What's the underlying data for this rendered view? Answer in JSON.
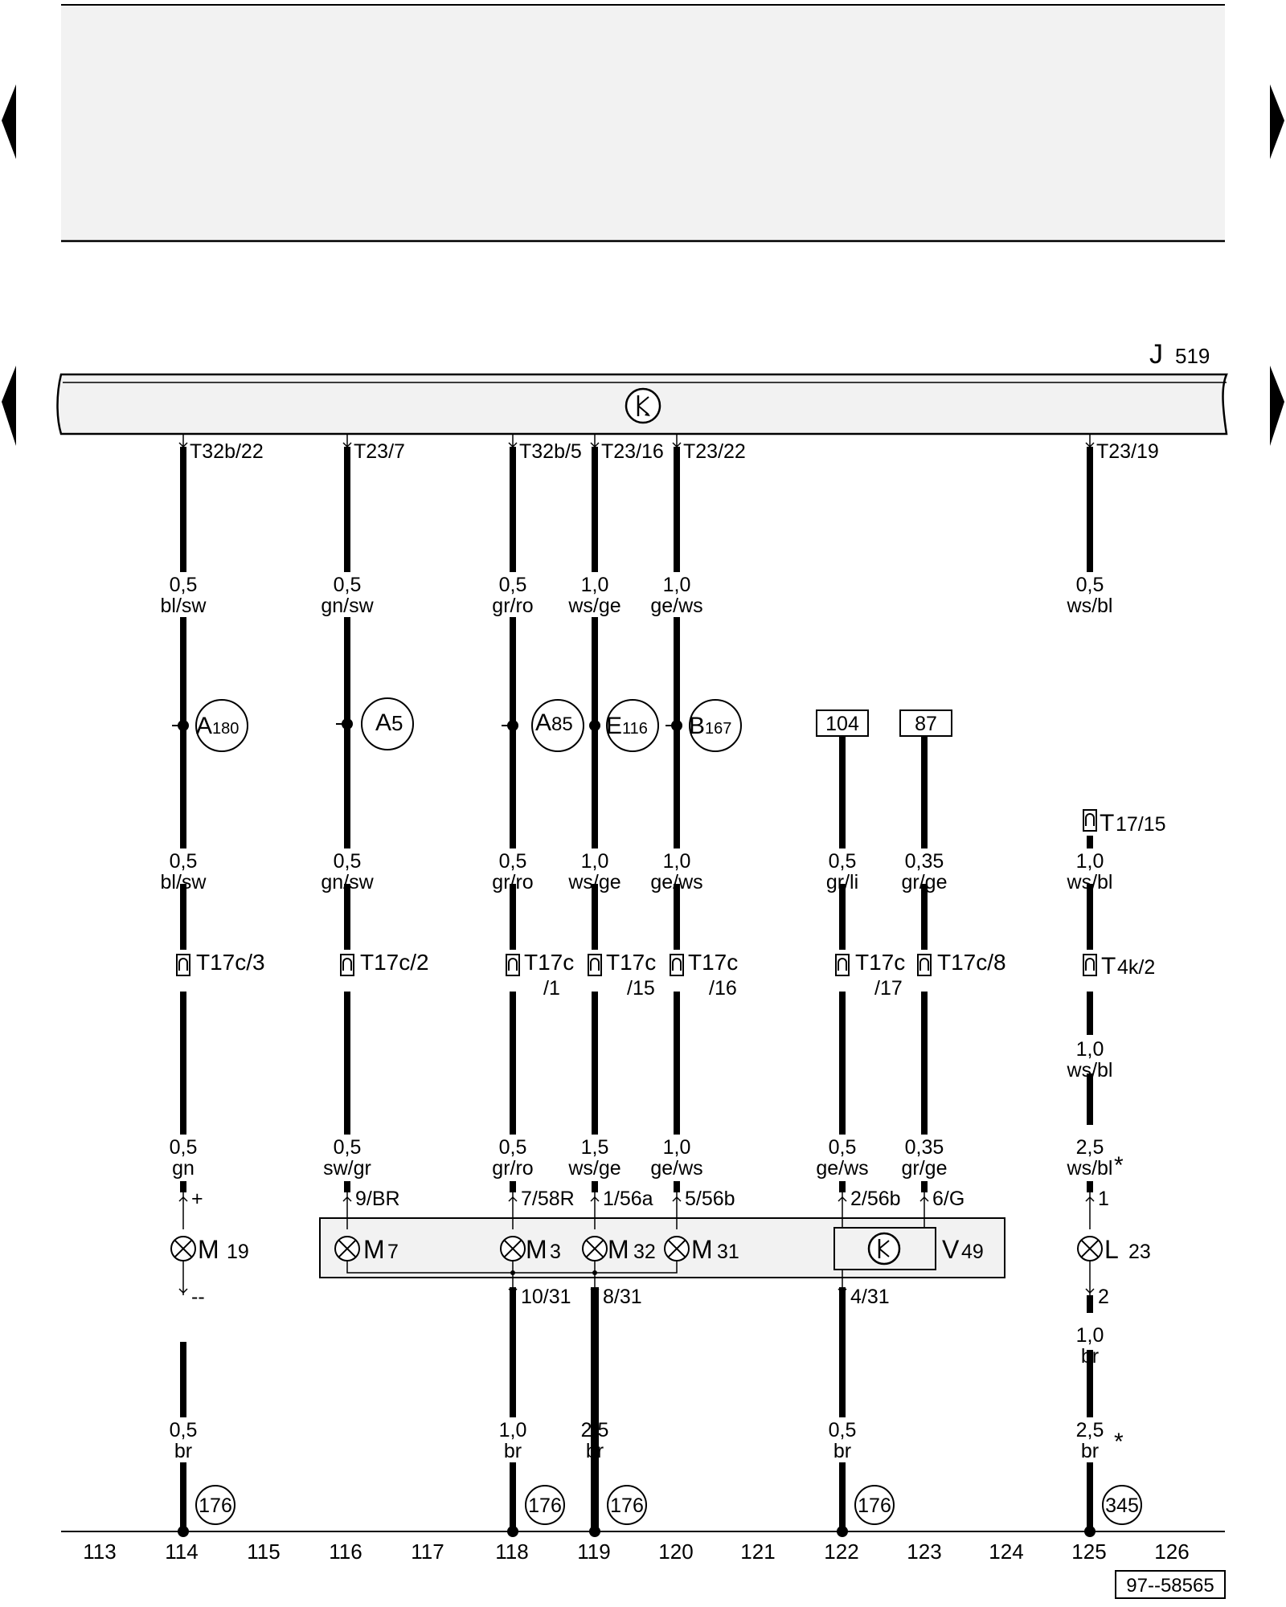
{
  "module": {
    "prefix": "J",
    "number": "519"
  },
  "connectors": [
    {
      "id": "c114",
      "label": "T32b/22"
    },
    {
      "id": "c116",
      "label": "T23/7"
    },
    {
      "id": "c118",
      "label": "T32b/5"
    },
    {
      "id": "c119",
      "label": "T23/16"
    },
    {
      "id": "c120",
      "label": "T23/22"
    },
    {
      "id": "c125",
      "label": "T23/19"
    }
  ],
  "wire_labels": {
    "top": [
      {
        "size": "0,5",
        "color": "bl/sw"
      },
      {
        "size": "0,5",
        "color": "gn/sw"
      },
      {
        "size": "0,5",
        "color": "gr/ro"
      },
      {
        "size": "1,0",
        "color": "ws/ge"
      },
      {
        "size": "1,0",
        "color": "ge/ws"
      },
      {
        "size": "0,5",
        "color": "ws/bl"
      }
    ],
    "mid": [
      {
        "size": "0,5",
        "color": "bl/sw"
      },
      {
        "size": "0,5",
        "color": "gn/sw"
      },
      {
        "size": "0,5",
        "color": "gr/ro"
      },
      {
        "size": "1,0",
        "color": "ws/ge"
      },
      {
        "size": "1,0",
        "color": "ge/ws"
      },
      {
        "size": "0,5",
        "color": "gr/li"
      },
      {
        "size": "0,35",
        "color": "gr/ge"
      },
      {
        "size": "1,0",
        "color": "ws/bl"
      }
    ],
    "l125a": {
      "size": "1,0",
      "color": "ws/bl"
    },
    "low": [
      {
        "size": "0,5",
        "color": "gn"
      },
      {
        "size": "0,5",
        "color": "sw/gr"
      },
      {
        "size": "0,5",
        "color": "gr/ro"
      },
      {
        "size": "1,5",
        "color": "ws/ge"
      },
      {
        "size": "1,0",
        "color": "ge/ws"
      },
      {
        "size": "0,5",
        "color": "ge/ws"
      },
      {
        "size": "0,35",
        "color": "gr/ge"
      },
      {
        "size": "2,5",
        "color": "ws/bl"
      }
    ],
    "l125b": {
      "size": "1,0",
      "color": "br"
    },
    "bottom": [
      {
        "size": "0,5",
        "color": "br"
      },
      {
        "size": "1,0",
        "color": "br"
      },
      {
        "size": "2,5",
        "color": "br"
      },
      {
        "size": "0,5",
        "color": "br"
      },
      {
        "size": "2,5",
        "color": "br"
      }
    ]
  },
  "asterisk": "*",
  "splices": [
    {
      "main": "A",
      "sub": "180"
    },
    {
      "main": "A",
      "sub": "5"
    },
    {
      "main": "A",
      "sub": "85"
    },
    {
      "main": "E",
      "sub": "116"
    },
    {
      "main": "B",
      "sub": "167"
    }
  ],
  "refs": [
    "104",
    "87"
  ],
  "plugs": [
    {
      "label": "T17c/3"
    },
    {
      "label": "T17c/2"
    },
    {
      "label": "T17c",
      "sub": "/1"
    },
    {
      "label": "T17c",
      "sub": "/15"
    },
    {
      "label": "T17c",
      "sub": "/16"
    },
    {
      "label": "T17c",
      "sub": "/17"
    },
    {
      "label": "T17c/8"
    },
    {
      "main": "T",
      "sub": "4k/2"
    },
    {
      "main": "T",
      "sub": "17/15"
    }
  ],
  "pins_top": [
    "+",
    "9/BR",
    "7/58R",
    "1/56a",
    "5/56b",
    "2/56b",
    "6/G",
    "1"
  ],
  "pins_bottom": [
    "--",
    "10/31",
    "8/31",
    "4/31",
    "2"
  ],
  "components": [
    {
      "main": "M",
      "sub": "19"
    },
    {
      "main": "M",
      "sub": "7"
    },
    {
      "main": "M",
      "sub": "3"
    },
    {
      "main": "M",
      "sub": "32"
    },
    {
      "main": "M",
      "sub": "31"
    },
    {
      "main": "V",
      "sub": "49"
    },
    {
      "main": "L",
      "sub": "23"
    }
  ],
  "grounds": [
    "176",
    "176",
    "176",
    "176",
    "345"
  ],
  "tracks": [
    "113",
    "114",
    "115",
    "116",
    "117",
    "118",
    "119",
    "120",
    "121",
    "122",
    "123",
    "124",
    "125",
    "126"
  ],
  "doc_id": "97--58565"
}
